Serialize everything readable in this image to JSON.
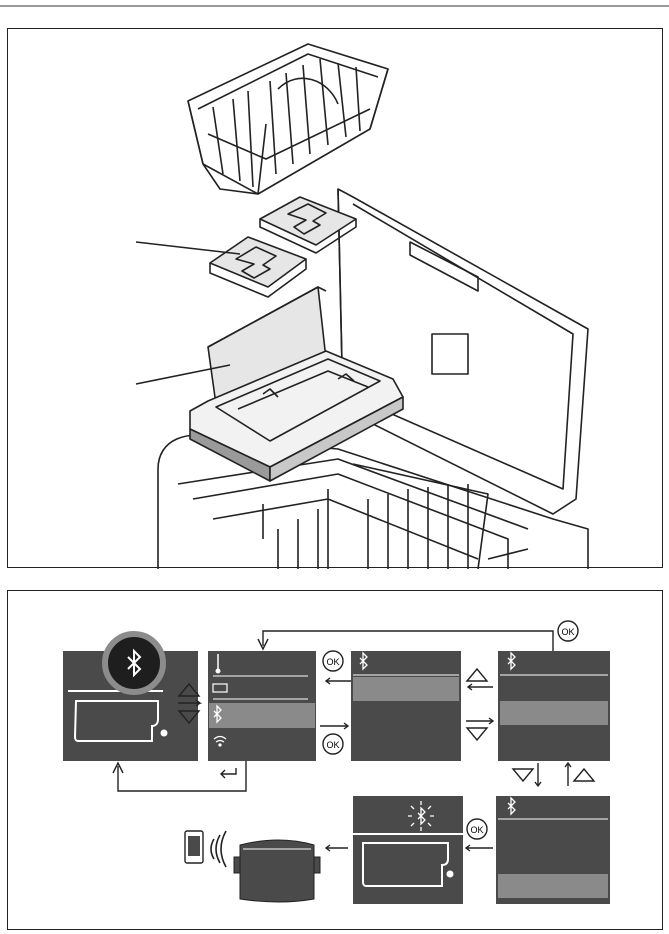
{
  "figure": {
    "panels": [
      "illustration",
      "menu-flow"
    ]
  },
  "buttons": {
    "ok_label": "OK"
  },
  "icons": {
    "thermometer": "thermometer-icon",
    "battery": "battery-icon",
    "bluetooth": "bluetooth-icon",
    "wifi": "wifi-icon",
    "up_arrow": "triangle-up-icon",
    "down_arrow": "triangle-down-icon",
    "return": "return-icon",
    "phone": "phone-icon"
  },
  "colors": {
    "screen_bg": "#4a4a4a",
    "screen_highlight": "#8a8a8a",
    "line": "#222222"
  }
}
